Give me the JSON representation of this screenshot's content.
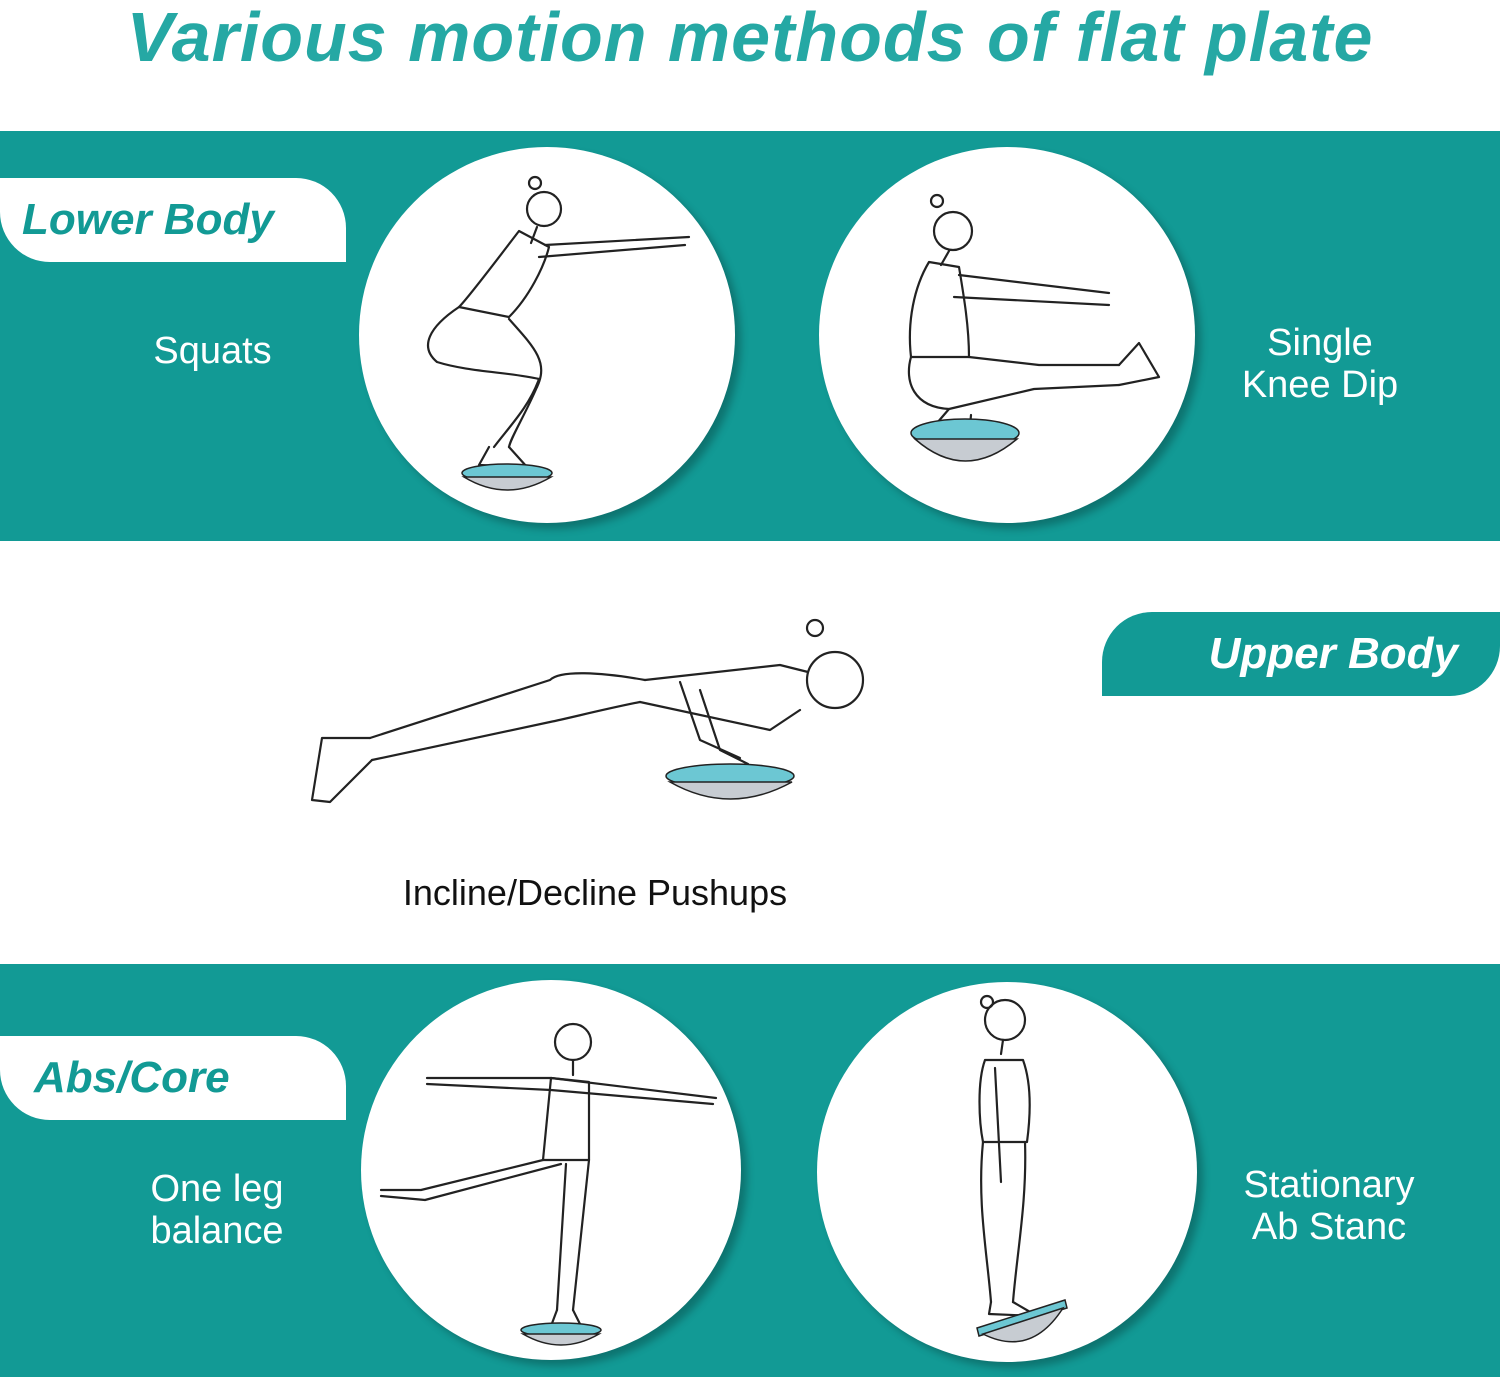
{
  "title": "Various motion methods of flat plate",
  "colors": {
    "accent": "#129a95",
    "title": "#25a8a4",
    "board": "#6cc7d3",
    "dome": "#c7ccd2"
  },
  "sections": {
    "lower_body": {
      "tag": "Lower Body",
      "exercises": [
        {
          "label": "Squats"
        },
        {
          "label_line1": "Single",
          "label_line2": "Knee Dip"
        }
      ]
    },
    "upper_body": {
      "tag": "Upper Body",
      "exercise": {
        "label": "Incline/Decline Pushups"
      }
    },
    "abs_core": {
      "tag": "Abs/Core",
      "exercises": [
        {
          "label_line1": "One leg",
          "label_line2": "balance"
        },
        {
          "label_line1": "Stationary",
          "label_line2": "Ab Stanc"
        }
      ]
    }
  }
}
